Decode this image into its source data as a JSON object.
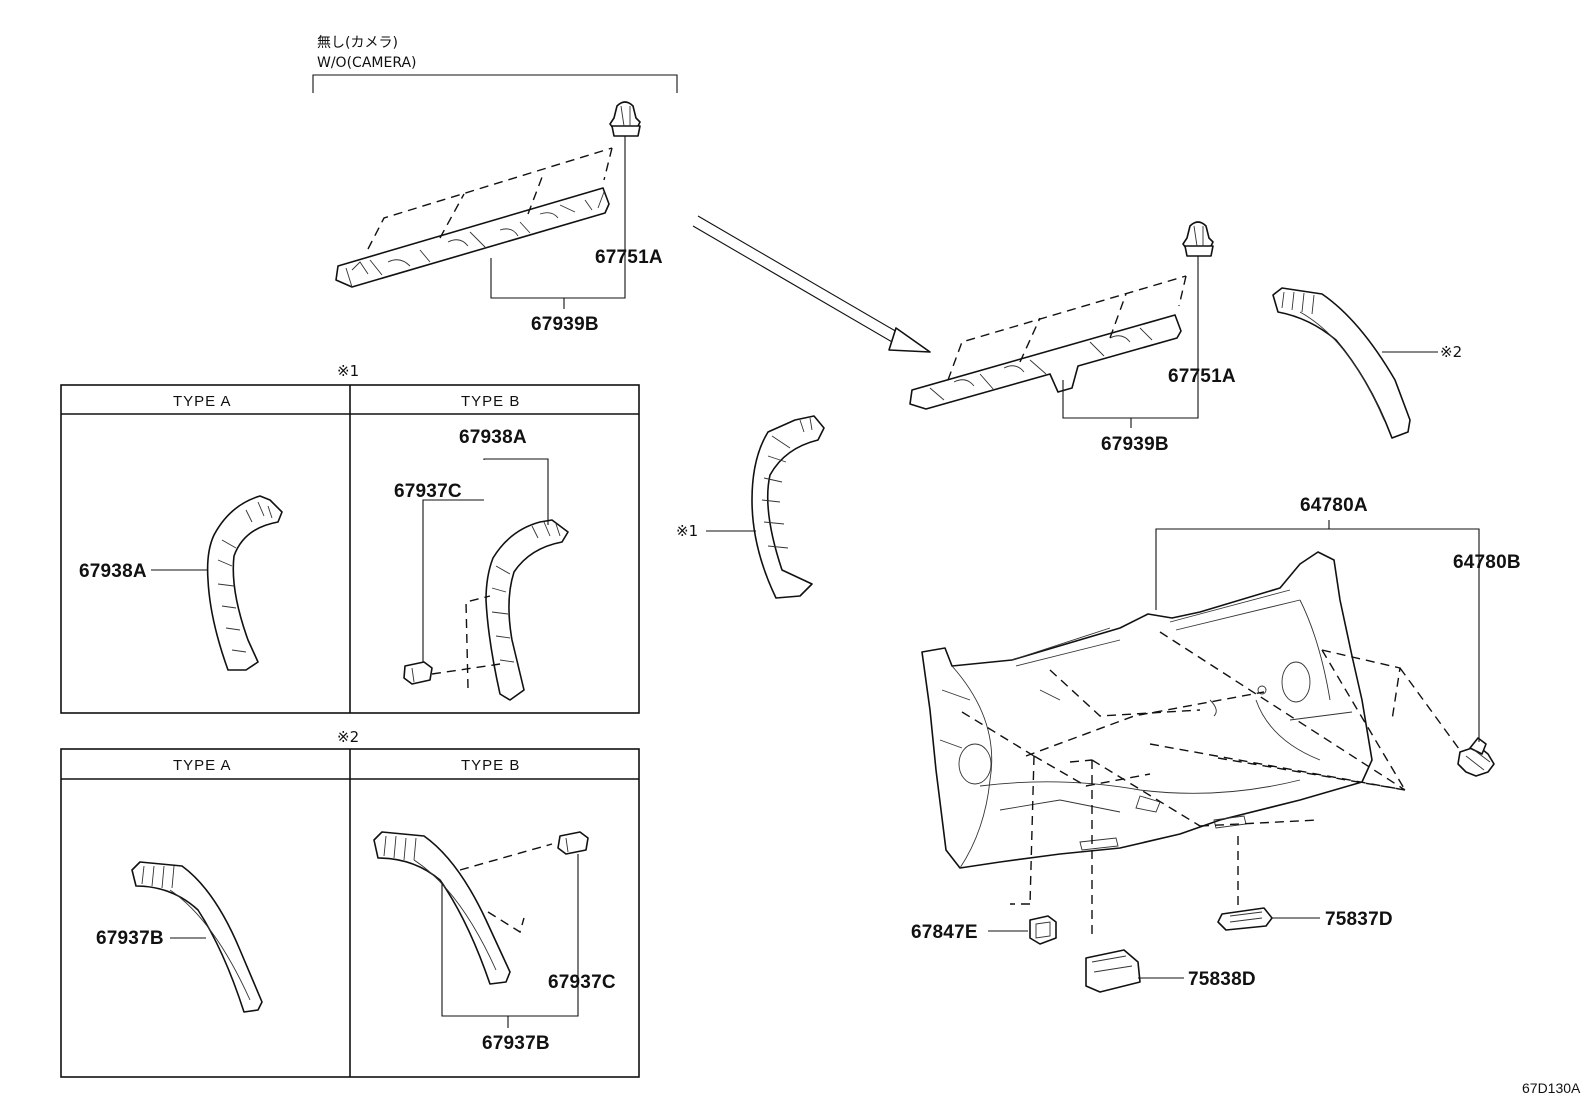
{
  "diagram_code": "67D130A",
  "condition_note": {
    "jp": "無し(カメラ)",
    "en": "W/O(CAMERA)"
  },
  "marks": {
    "ref1": "※1",
    "ref2": "※2"
  },
  "tables": {
    "t1": {
      "mark": "※1",
      "col_a": "TYPE A",
      "col_b": "TYPE B"
    },
    "t2": {
      "mark": "※2",
      "col_a": "TYPE A",
      "col_b": "TYPE B"
    }
  },
  "part_numbers": {
    "clip_top_left": "67751A",
    "garnish_top_left": "67939B",
    "clip_top_right": "67751A",
    "garnish_top_right": "67939B",
    "t1_type_a_pillar": "67938A",
    "t1_type_b_pillar": "67938A",
    "t1_type_b_clip": "67937C",
    "t2_type_a_pillar": "67937B",
    "t2_type_b_clip": "67937C",
    "t2_type_b_pillar": "67937B",
    "door_trim_board": "64780A",
    "door_trim_clip": "64780B",
    "hole_cover": "67847E",
    "lamp": "75837D",
    "pull_handle": "75838D"
  }
}
